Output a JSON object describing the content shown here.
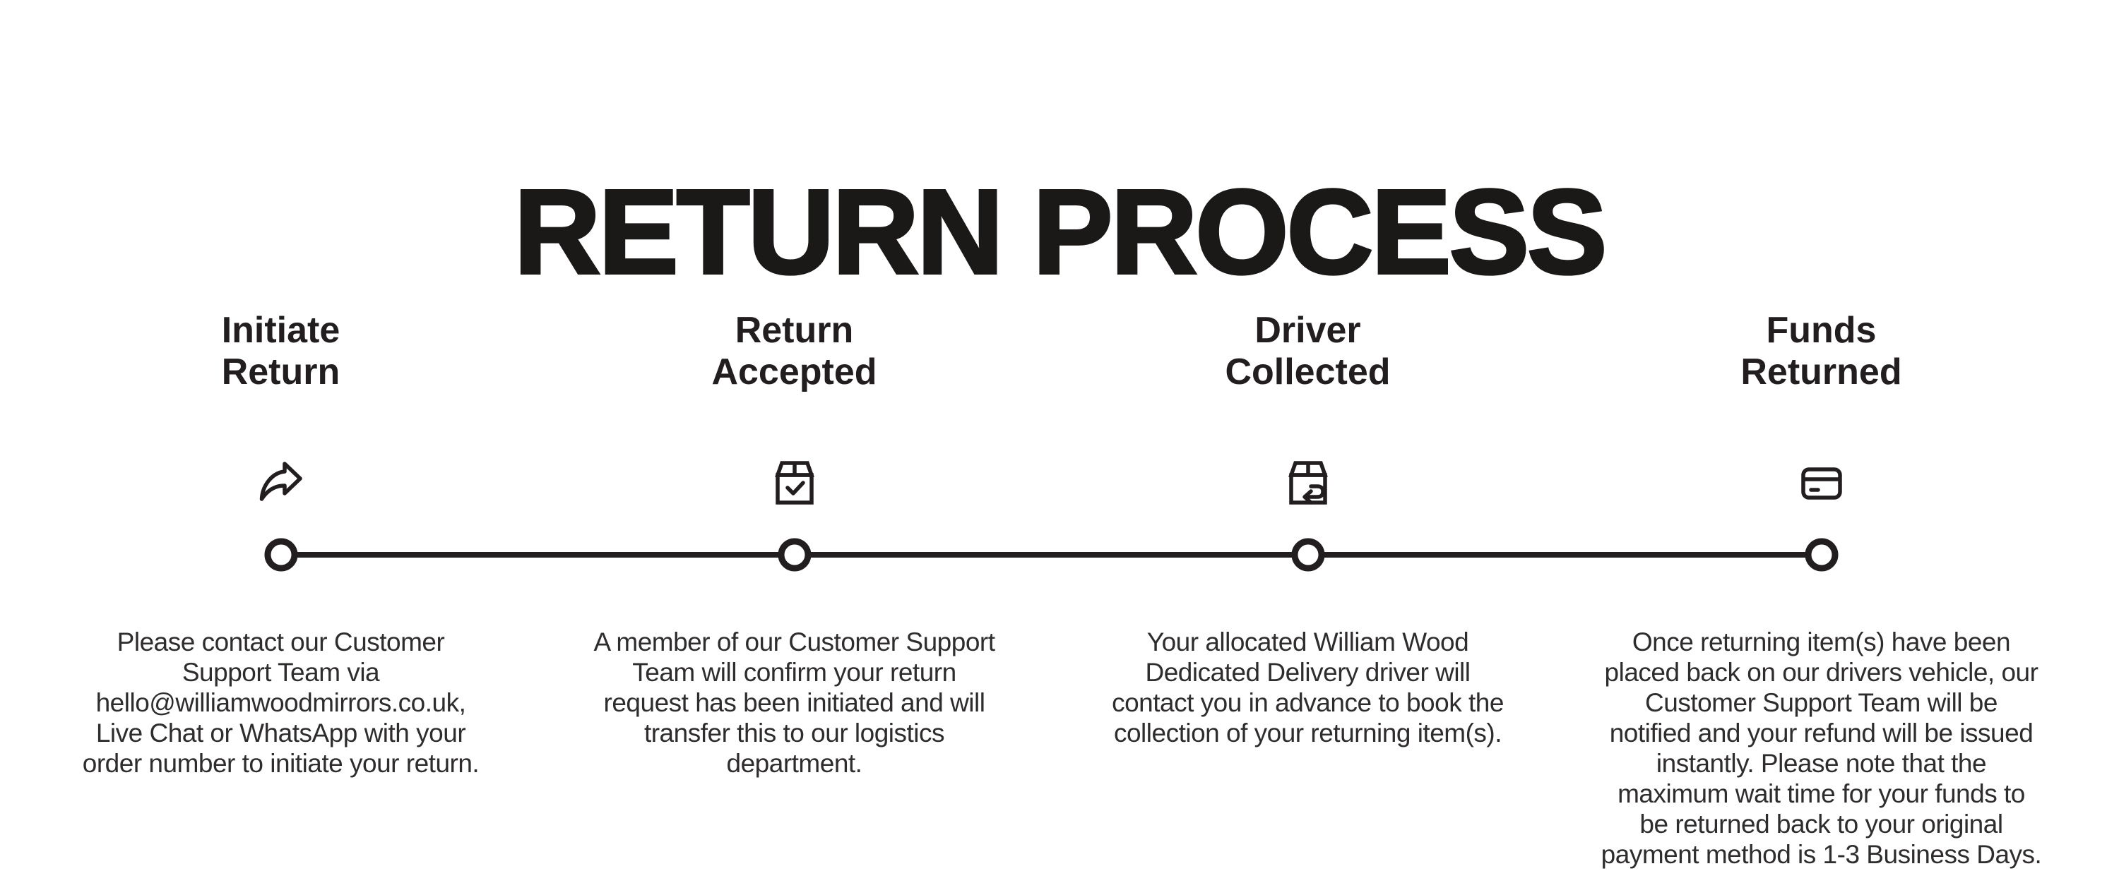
{
  "title": "RETURN PROCESS",
  "colors": {
    "ink": "#1b1818",
    "heading_text": "#221e1f",
    "body_text": "#2f2c2d",
    "background": "#ffffff"
  },
  "steps": [
    {
      "title": "Initiate\nReturn",
      "icon": "share-arrow-icon",
      "description": "Please contact our Customer\nSupport Team via\nhello@williamwoodmirrors.co.uk,\nLive Chat or WhatsApp with your\norder number to initiate your return."
    },
    {
      "title": "Return\nAccepted",
      "icon": "box-check-icon",
      "description": "A member of our Customer Support\nTeam will confirm your return\nrequest has been initiated and will\ntransfer this to our logistics\ndepartment."
    },
    {
      "title": "Driver\nCollected",
      "icon": "box-return-arrow-icon",
      "description": "Your allocated William Wood\nDedicated Delivery driver will\ncontact you in advance to book the\ncollection of your returning item(s)."
    },
    {
      "title": "Funds\nReturned",
      "icon": "credit-card-icon",
      "description": "Once returning item(s) have been\nplaced back on our drivers vehicle, our\nCustomer Support Team will be\nnotified and your refund will be issued\ninstantly. Please note that the\nmaximum wait time for your funds to\nbe returned back to your original\npayment method is 1-3 Business Days."
    }
  ]
}
